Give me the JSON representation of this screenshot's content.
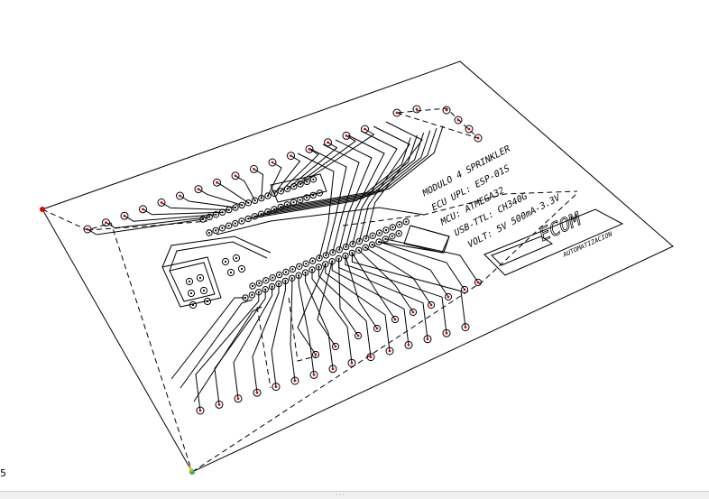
{
  "viewport": {
    "corner_label": "5"
  },
  "board": {
    "labels": [
      "MODULO 4 SPRINKLER",
      "ECU UPL: ESP-01S",
      "MCU: ATMEGA32",
      "USB-TTL: CH340G",
      "VOLT: 5V 500mA-3.3V"
    ],
    "logo_text": "ECOM",
    "logo_sub": "AUTOMATIZACION"
  },
  "colors": {
    "background": "#ffffff",
    "outline": "#000000",
    "drill_point": "#e00000",
    "origin_marker": "#2bb24c",
    "origin_marker_alt": "#e8b000"
  },
  "status_bar": {
    "grip_icon": "resize-grip-icon",
    "grip_glyph": "···"
  }
}
